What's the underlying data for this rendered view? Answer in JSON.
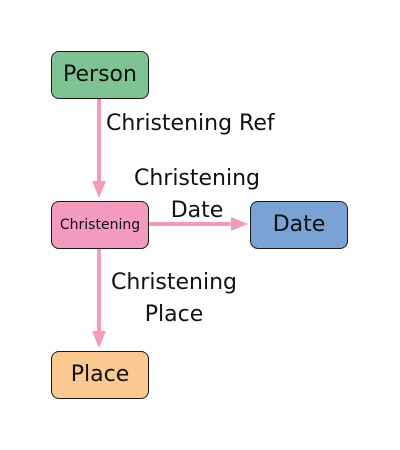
{
  "colors": {
    "person_fill": "#7fc395",
    "christening_fill": "#f29bbe",
    "date_fill": "#7ba2d4",
    "place_fill": "#fcc891",
    "edge_color": "#f29bbe",
    "node_border": "#1a1a1a"
  },
  "nodes": {
    "person": "Person",
    "christening": "Christening",
    "date": "Date",
    "place": "Place"
  },
  "edges": {
    "christening_ref": "Christening Ref",
    "christening_date": [
      "Christening",
      "Date"
    ],
    "christening_place": [
      "Christening",
      "Place"
    ]
  }
}
